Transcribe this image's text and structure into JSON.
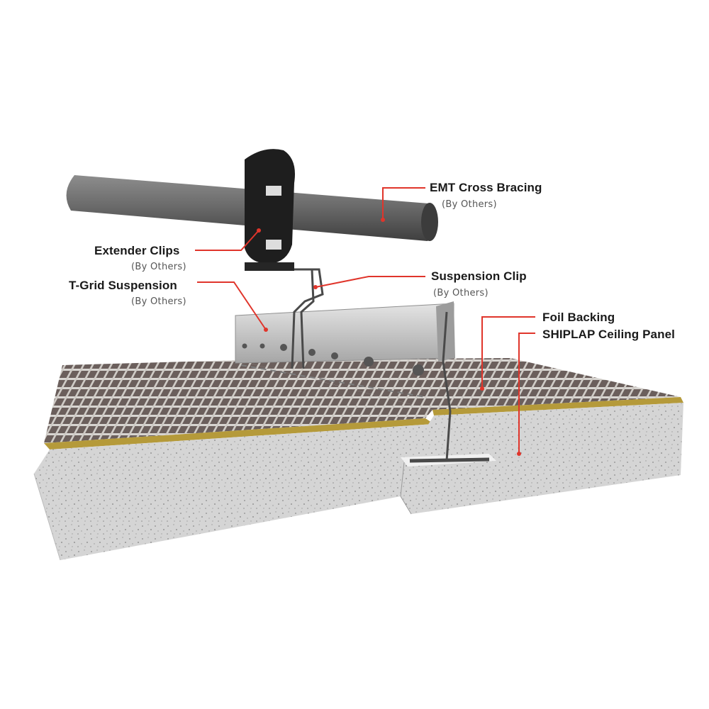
{
  "labels": {
    "emt_cross_bracing": "EMT Cross Bracing",
    "emt_cross_bracing_note": "(By Others)",
    "extender_clips": "Extender Clips",
    "extender_clips_note": "(By Others)",
    "suspension_clip": "Suspension Clip",
    "suspension_clip_note": "(By Others)",
    "t_grid_suspension": "T-Grid Suspension",
    "t_grid_suspension_note": "(By Others)",
    "foil_backing": "Foil Backing",
    "shiplap_ceiling_panel": "SHIPLAP Ceiling Panel"
  },
  "colors": {
    "leader_line": "#e0352b",
    "panel_face": "#d4d4d4",
    "foil_stripe": "#b59a3a",
    "pipe": "#6f6f6f",
    "clip": "#1e1e1e",
    "rail": "#b9b9b9"
  }
}
